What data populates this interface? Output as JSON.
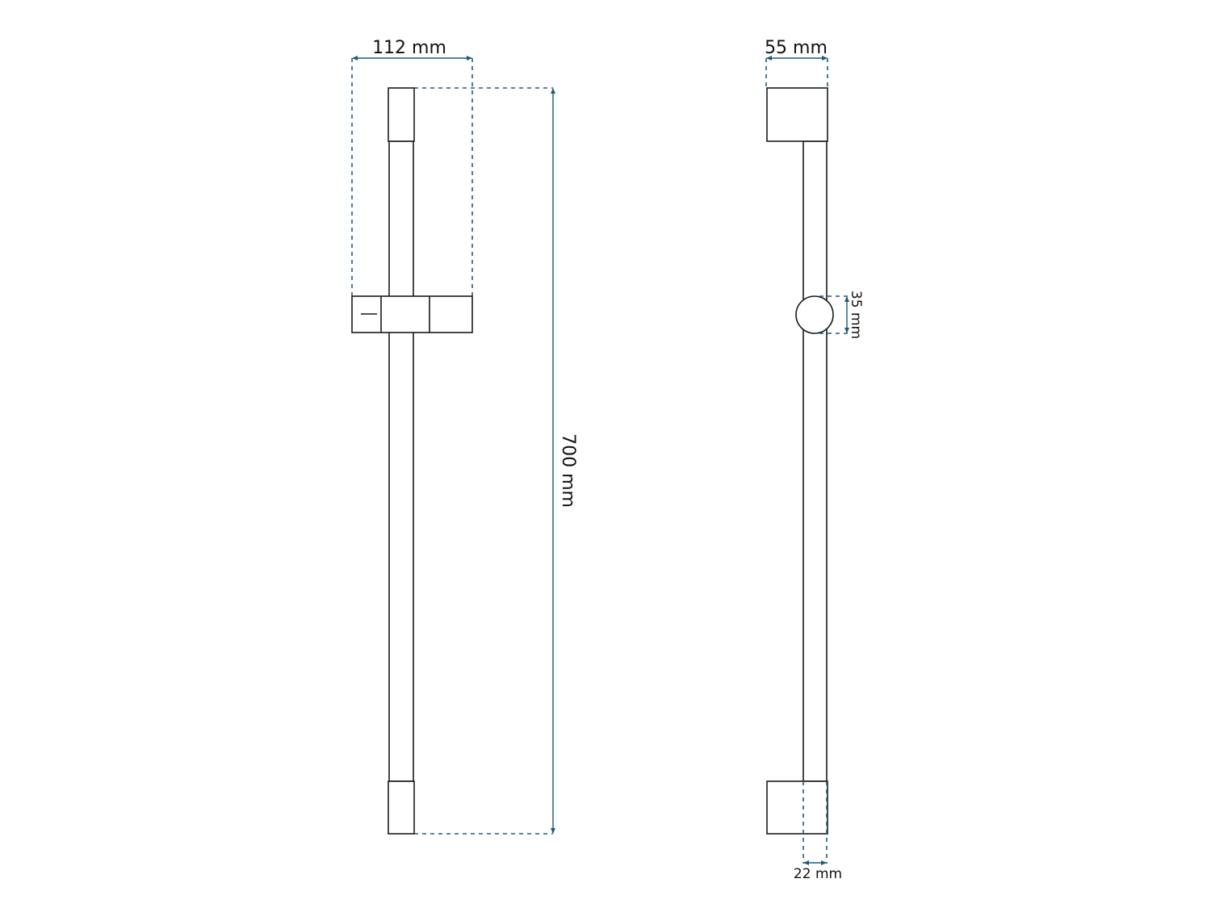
{
  "front_view": {
    "width_label": "112 mm",
    "height_label": "700 mm"
  },
  "side_view": {
    "width_label": "55 mm",
    "slider_label": "35 mm",
    "rail_label": "22 mm"
  },
  "colors": {
    "outline": "#1a1a1a",
    "dimension": "#1f5b78",
    "background": "#ffffff"
  }
}
